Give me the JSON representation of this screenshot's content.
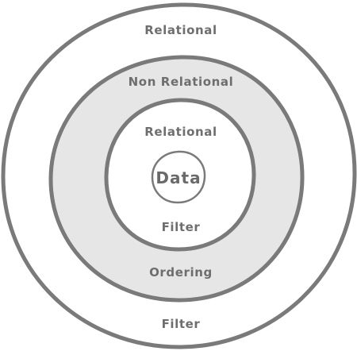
{
  "diagram": {
    "outer": {
      "top_label": "Relational",
      "bottom_label": "Filter"
    },
    "middle": {
      "top_label": "Non Relational",
      "bottom_label": "Ordering"
    },
    "inner": {
      "top_label": "Relational",
      "bottom_label": "Filter"
    },
    "core": {
      "label": "Data"
    }
  },
  "colors": {
    "stroke": "#7a7a7a",
    "middle_fill": "#e6e6e6",
    "background": "#ffffff"
  }
}
